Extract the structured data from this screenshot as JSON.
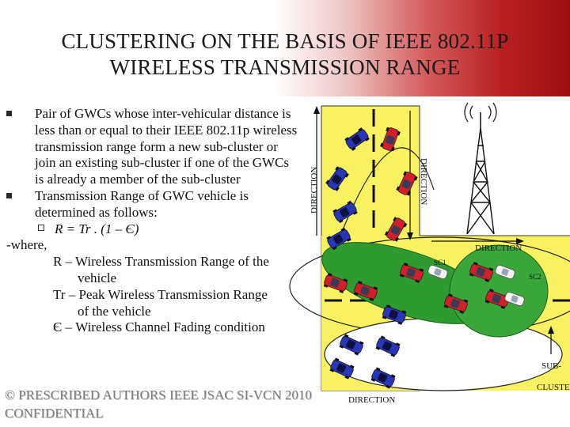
{
  "slide": {
    "title_line1": "CLUSTERING ON THE BASIS OF IEEE 802.11P",
    "title_line2": "WIRELESS TRANSMISSION RANGE",
    "bullet1": "Pair of GWCs whose inter-vehicular distance is less than or equal to their IEEE 802.11p wireless transmission range form a new sub-cluster or join an existing sub-cluster if one of the GWCs is already a member of the sub-cluster",
    "bullet2": "Transmission Range of GWC vehicle is determined as follows:",
    "formula": "R = Tr . (1 – Є)",
    "where": "-where,",
    "def_R_1": "R – Wireless Transmission Range of the",
    "def_R_2": "vehicle",
    "def_T_1": "Tr – Peak Wireless Transmission Range",
    "def_T_2": "of the vehicle",
    "def_E": "Є – Wireless Channel Fading condition",
    "footer_line1": "© PRESCRIBED AUTHORS IEEE JSAC SI-VCN 2010",
    "footer_line2": "CONFIDENTIAL"
  },
  "diagram": {
    "label_direction_left": "DIRECTION",
    "label_direction_mid": "DIRECTION",
    "label_direction_right": "DIRECTION",
    "label_direction_bottom": "DIRECTION",
    "label_sc1": "SC1",
    "label_sc2": "SC2",
    "label_sub": "SUB-",
    "label_cluster": "CLUSTE"
  }
}
